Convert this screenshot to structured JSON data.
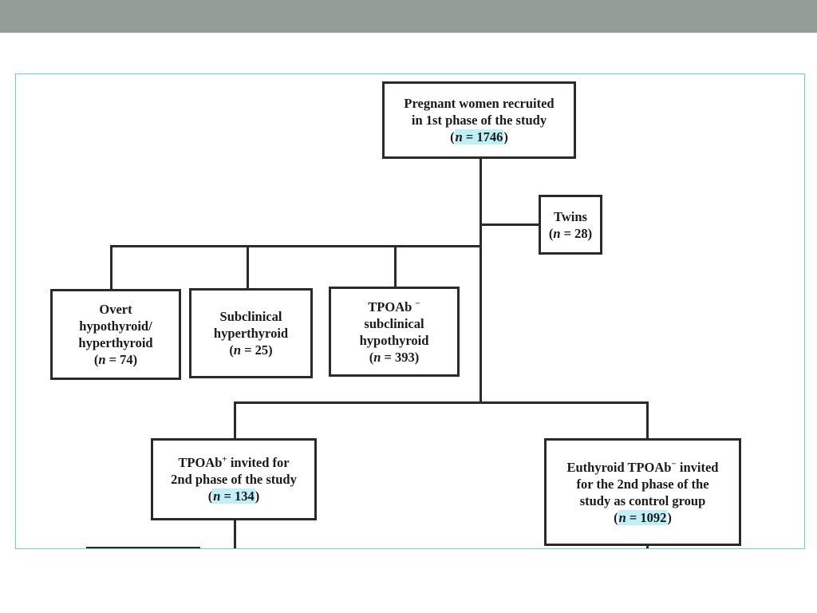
{
  "diagram": {
    "root": {
      "line1": "Pregnant women recruited",
      "line2": "in 1st phase of the study",
      "n": "1746"
    },
    "twins": {
      "line1": "Twins",
      "n": "28"
    },
    "overt": {
      "line1": "Overt",
      "line2": "hypothyroid/",
      "line3": "hyperthyroid",
      "n": "74"
    },
    "subclinical_hyper": {
      "line1": "Subclinical",
      "line2": "hyperthyroid",
      "n": "25"
    },
    "tpoab_neg_subclinical": {
      "line1": "TPOAb",
      "sign": "−",
      "line2": "subclinical",
      "line3": "hypothyroid",
      "n": "393"
    },
    "tpoab_pos": {
      "line1_a": "TPOAb",
      "sign": "+",
      "line1_b": " invited for",
      "line2": "2nd phase of the study",
      "n": "134"
    },
    "euthyroid": {
      "line1_a": "Euthyroid TPOAb",
      "sign": "−",
      "line1_b": " invited",
      "line2": "for the 2nd phase of the",
      "line3": "study as control group",
      "n": "1092"
    }
  },
  "labels": {
    "n_prefix": "n",
    "eq": " = "
  }
}
